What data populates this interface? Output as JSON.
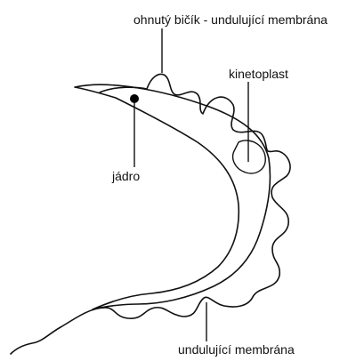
{
  "labels": {
    "bent_flagellum": "ohnutý bičík - undulující membrána",
    "kinetoplast": "kinetoplast",
    "nucleus": "jádro",
    "undulating_membrane": "undulující membrána"
  }
}
